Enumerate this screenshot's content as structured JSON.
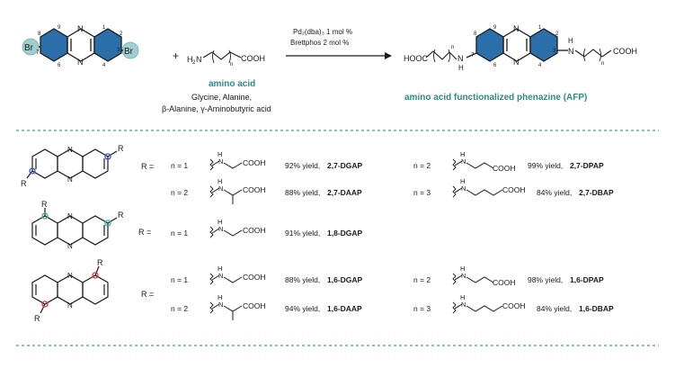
{
  "colors": {
    "ink": "#1a1a1a",
    "ring_fill": "#2a6faa",
    "br_circle": "#9fcfcf",
    "teal_text": "#2e8b8b",
    "dashed_line": "#4f9a9a",
    "marker_red": "#d63a3a",
    "marker_teal": "#3aa9a9",
    "marker_blue": "#3a55c9"
  },
  "scheme": {
    "br_left": "Br",
    "br_right": "Br",
    "plus": "+",
    "amine_start": "H",
    "amine_sub": "2",
    "amine_n": "N",
    "cooh": "COOH",
    "n_sub": "n",
    "ring_N": "N",
    "positions": [
      "9",
      "1",
      "2",
      "3",
      "4",
      "6",
      "7",
      "8"
    ],
    "amino_acid_label": "amino acid",
    "amino_acid_examples_1": "Glycine, Alanine,",
    "amino_acid_examples_2": "β-Alanine, γ-Aminobutyric acid",
    "catalyst_1": "Pd₂(dba)₃ 1 mol %",
    "catalyst_2": "Brettphos 2 mol %",
    "product_left": "HOOC",
    "product_H": "H",
    "product_right": "COOH",
    "product_label": "amino acid functionalized phenazine (AFP)"
  },
  "table": {
    "r_label": "R",
    "r_equals": "R =",
    "rows": [
      {
        "n": "n = 1",
        "acid": "COOH",
        "yield": "92% yield,",
        "code": "2,7-DGAP"
      },
      {
        "n": "n = 2",
        "acid": "COOH",
        "yield": "99% yield,",
        "code": "2,7-DPAP"
      },
      {
        "n": "n = 2",
        "acid": "COOH",
        "yield": "88% yield,",
        "code": "2,7-DAAP"
      },
      {
        "n": "n = 3",
        "acid": "COOH",
        "yield": "84% yield,",
        "code": "2,7-DBAP"
      },
      {
        "n": "n = 1",
        "acid": "COOH",
        "yield": "91% yield,",
        "code": "1,8-DGAP"
      },
      {
        "n": "n = 1",
        "acid": "COOH",
        "yield": "88% yield,",
        "code": "1,6-DGAP"
      },
      {
        "n": "n = 2",
        "acid": "COOH",
        "yield": "98% yield,",
        "code": "1,6-DPAP"
      },
      {
        "n": "n = 2",
        "acid": "COOH",
        "yield": "94% yield,",
        "code": "1,6-DAAP"
      },
      {
        "n": "n = 3",
        "acid": "COOH",
        "yield": "84% yield,",
        "code": "1,6-DBAP"
      }
    ]
  }
}
